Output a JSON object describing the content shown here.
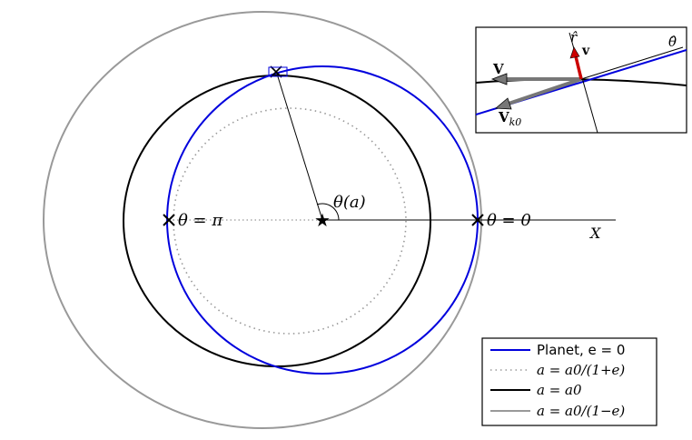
{
  "labels": {
    "theta_a": "θ(a)",
    "theta_pi": "θ = π",
    "theta_zero": "θ = 0",
    "x_axis": "X"
  },
  "inset": {
    "r_hat": "r̂",
    "theta_hat": "θ̂",
    "v_small": "v",
    "V_big": "V",
    "V_k0": "V",
    "V_k0_sub": "k0"
  },
  "legend": {
    "entries": [
      {
        "label": "Planet, e = 0",
        "color": "#0000dd",
        "style": "solid"
      },
      {
        "label": "a = a0/(1+e)",
        "color": "#999999",
        "style": "dotted"
      },
      {
        "label": "a = a0",
        "color": "#000000",
        "style": "solid"
      },
      {
        "label": "a = a0/(1−e)",
        "color": "#999999",
        "style": "solid"
      }
    ]
  },
  "colors": {
    "planet": "#0000dd",
    "black": "#000000",
    "gray": "#999999",
    "red_vector": "#cc0000"
  }
}
